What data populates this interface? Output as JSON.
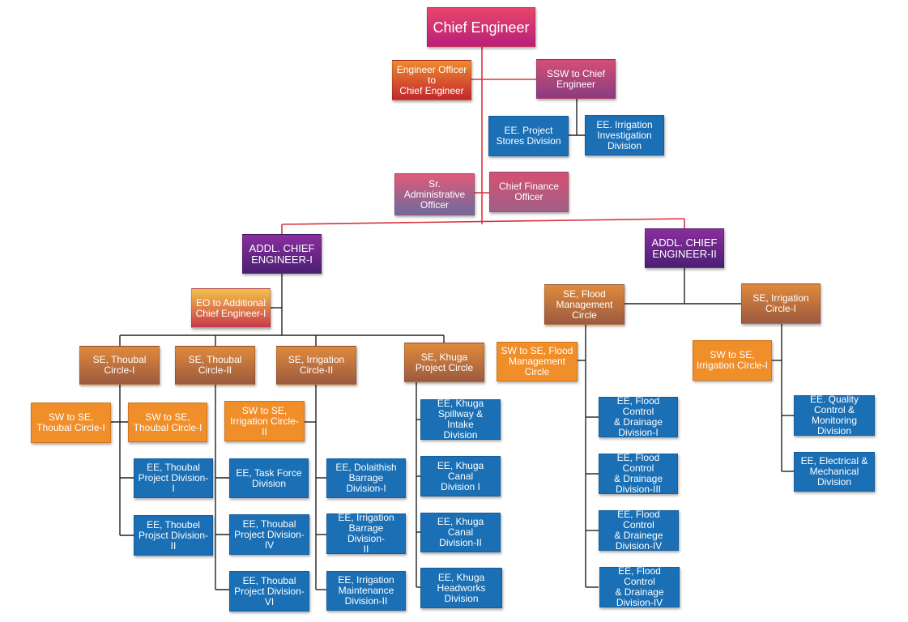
{
  "colors": {
    "connector_red": "#d8353a",
    "connector_black": "#222222",
    "blue_box": "#1a6fb5",
    "orange_box": "#f08e2a",
    "purple_box": "#5b2580"
  },
  "chart": {
    "chief_engineer": "Chief Engineer",
    "engineer_officer": "Engineer Officer to\nChief Engineer",
    "ssw_chief": "SSW to Chief\nEngineer",
    "ee_project_stores": "EE. Project\nStores Division",
    "ee_irrigation_investigation": "EE. Irrigation\nInvestigation\nDivision",
    "sr_admin_officer": "Sr.\nAdministrative\nOfficer",
    "chief_finance_officer": "Chief Finance\nOfficer",
    "addl_ce_1": "ADDL. CHIEF\nENGINEER-I",
    "addl_ce_2": "ADDL. CHIEF\nENGINEER-II",
    "eo_addl_ce_1": "EO to Additional\nChief Engineer-I",
    "se_thoubal_1": "SE, Thoubal\nCircle-I",
    "se_thoubal_2": "SE, Thoubal\nCircle-II",
    "se_irrigation_2": "SE, Irrigation\nCircle-II",
    "se_khuga": "SE, Khuga\nProject Circle",
    "sw_thoubal_1a": "SW to SE,\nThoubal Circle-I",
    "sw_thoubal_1b": "SW to SE,\nThoubal Circle-I",
    "sw_irrigation_2": "SW to SE,\nIrrigation Circle-II",
    "ee_thoubal_proj_1": "EE, Thoubal\nProject Division-I",
    "ee_thoubel_proj_2": "EE, Thoubel\nProjsct Division-II",
    "ee_task_force": "EE, Task Force\nDivision",
    "ee_thoubal_proj_4": "EE, Thoubal\nProject Division-\nIV",
    "ee_thoubal_proj_6": "EE, Thoubal\nProject Division-\nVI",
    "ee_dolaithish": "EE, Dolaithish\nBarrage Division-I",
    "ee_irrigation_barrage": "EE, Irrigation\nBarrage Division-\nII",
    "ee_irrigation_maintenance": "EE, Irrigation\nMaintenance\nDivision-II",
    "ee_khuga_spillway": "EE, Khuga\nSpillway & Intake\nDivision",
    "ee_khuga_canal_1": "EE, Khuga Canal\nDivision I",
    "ee_khuga_canal_2": "EE, Khuga Canal\nDivision-II",
    "ee_khuga_headworks": "EE, Khuga\nHeadworks\nDivision",
    "se_flood": "SE, Flood\nManagement\nCircle",
    "se_irrigation_1": "SE, Irrigation\nCircle-I",
    "sw_flood": "SW to SE, Flood\nManagement\nCircle",
    "sw_irrigation_1": "SW to SE,\nIrrigation Circle-I",
    "ee_flood_1": "EE, Flood Control\n& Drainage\nDivision-I",
    "ee_flood_3": "EE, Flood Control\n& Drainage\nDivision-III",
    "ee_flood_4a": "EE, Flood Control\n& Drainege\nDivision-IV",
    "ee_flood_4b": "EE, Flood Control\n& Drainage\nDivision-IV",
    "ee_quality": "EE. Quality\nControl &\nMonitoring\nDivision",
    "ee_electrical": "EE, Electrical &\nMechanical\nDivision"
  }
}
